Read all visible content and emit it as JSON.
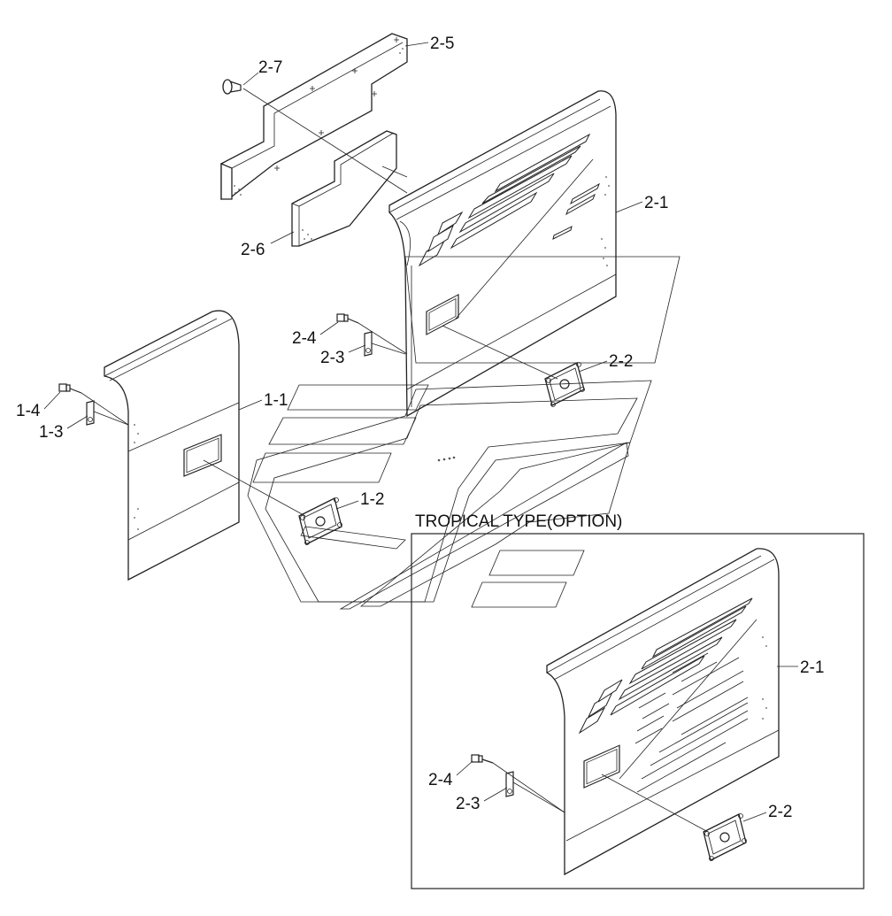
{
  "labels": {
    "p2_5": "2-5",
    "p2_7": "2-7",
    "p2_6": "2-6",
    "p2_1": "2-1",
    "p2_4": "2-4",
    "p2_3": "2-3",
    "p2_2": "2-2",
    "p1_1": "1-1",
    "p1_4": "1-4",
    "p1_3": "1-3",
    "p1_2": "1-2",
    "t2_1": "2-1",
    "t2_4": "2-4",
    "t2_3": "2-3",
    "t2_2": "2-2"
  },
  "tropical_title": "TROPICAL TYPE(OPTION)"
}
